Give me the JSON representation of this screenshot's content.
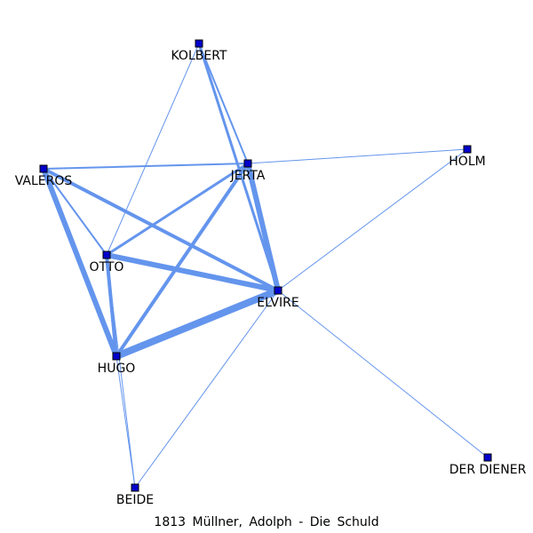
{
  "caption": "1813 Müllner, Adolph - Die Schuld",
  "colors": {
    "edge": "#6495ED",
    "node_fill": "#0000CC",
    "node_stroke": "#000000",
    "background": "#FFFFFF"
  },
  "nodes": [
    {
      "id": "KOLBERT",
      "label": "KOLBERT"
    },
    {
      "id": "JERTA",
      "label": "JERTA"
    },
    {
      "id": "HOLM",
      "label": "HOLM"
    },
    {
      "id": "VALEROS",
      "label": "VALEROS"
    },
    {
      "id": "OTTO",
      "label": "OTTO"
    },
    {
      "id": "ELVIRE",
      "label": "ELVIRE"
    },
    {
      "id": "HUGO",
      "label": "HUGO"
    },
    {
      "id": "DER DIENER",
      "label": "DER DIENER"
    },
    {
      "id": "BEIDE",
      "label": "BEIDE"
    }
  ],
  "edges": [
    {
      "source": "ELVIRE",
      "target": "HUGO",
      "weight": 8
    },
    {
      "source": "VALEROS",
      "target": "HUGO",
      "weight": 6
    },
    {
      "source": "OTTO",
      "target": "ELVIRE",
      "weight": 6
    },
    {
      "source": "JERTA",
      "target": "ELVIRE",
      "weight": 6
    },
    {
      "source": "VALEROS",
      "target": "ELVIRE",
      "weight": 4
    },
    {
      "source": "JERTA",
      "target": "HUGO",
      "weight": 4
    },
    {
      "source": "OTTO",
      "target": "HUGO",
      "weight": 4
    },
    {
      "source": "KOLBERT",
      "target": "ELVIRE",
      "weight": 3
    },
    {
      "source": "OTTO",
      "target": "JERTA",
      "weight": 3
    },
    {
      "source": "VALEROS",
      "target": "JERTA",
      "weight": 2
    },
    {
      "source": "VALEROS",
      "target": "OTTO",
      "weight": 2
    },
    {
      "source": "KOLBERT",
      "target": "JERTA",
      "weight": 2
    },
    {
      "source": "KOLBERT",
      "target": "OTTO",
      "weight": 1
    },
    {
      "source": "JERTA",
      "target": "HOLM",
      "weight": 1
    },
    {
      "source": "HOLM",
      "target": "ELVIRE",
      "weight": 1
    },
    {
      "source": "ELVIRE",
      "target": "DER DIENER",
      "weight": 1
    },
    {
      "source": "ELVIRE",
      "target": "BEIDE",
      "weight": 1
    },
    {
      "source": "HUGO",
      "target": "BEIDE",
      "weight": 1
    },
    {
      "source": "OTTO",
      "target": "BEIDE",
      "weight": 1
    }
  ]
}
